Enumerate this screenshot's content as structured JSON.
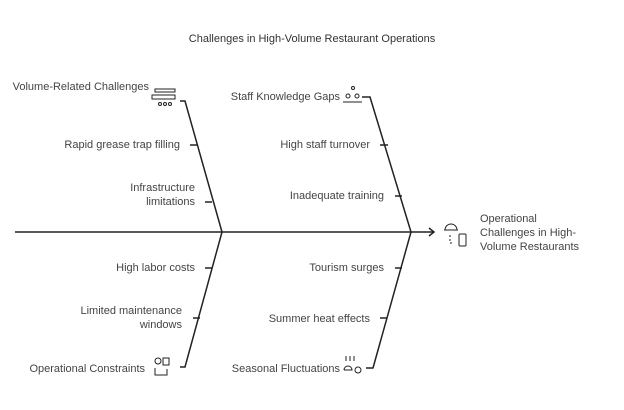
{
  "title": "Challenges in High-Volume Restaurant Operations",
  "effect": {
    "label": "Operational Challenges in High-Volume Restaurants",
    "icon": "restaurant-cloche-phone-icon"
  },
  "categories": [
    {
      "label": "Volume-Related Challenges",
      "icon": "kitchen-equipment-icon",
      "causes": [
        "Rapid grease trap filling",
        "Infrastructure limitations"
      ]
    },
    {
      "label": "Staff Knowledge Gaps",
      "icon": "staff-training-icon",
      "causes": [
        "High staff turnover",
        "Inadequate training"
      ]
    },
    {
      "label": "Operational Constraints",
      "icon": "checklist-worker-icon",
      "causes": [
        "High labor costs",
        "Limited maintenance windows"
      ]
    },
    {
      "label": "Seasonal Fluctuations",
      "icon": "heat-steam-icon",
      "causes": [
        "Tourism surges",
        "Summer heat effects"
      ]
    }
  ]
}
